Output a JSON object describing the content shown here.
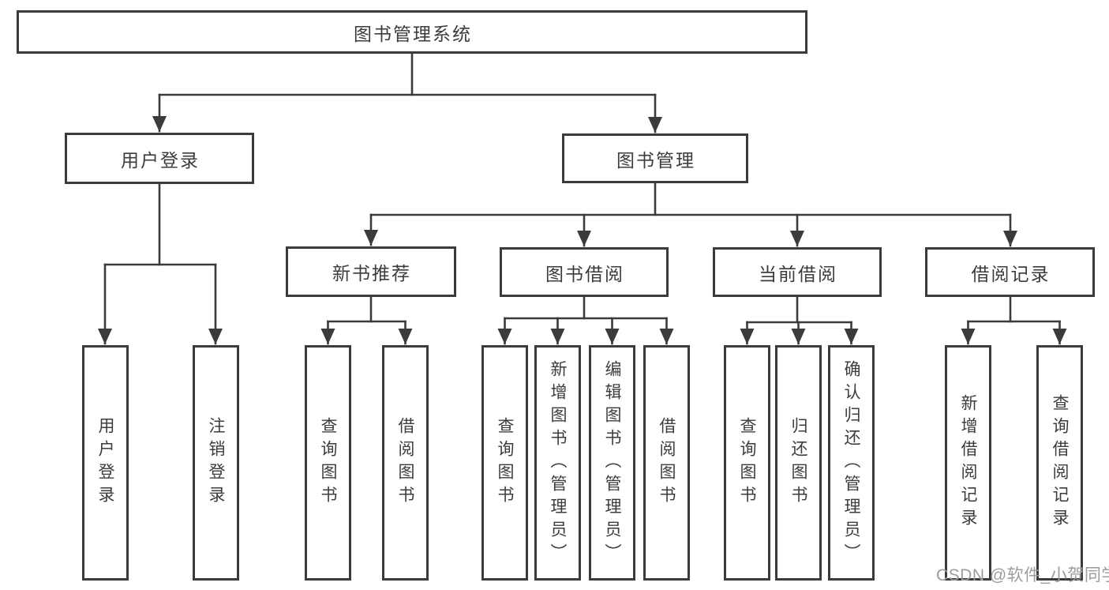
{
  "diagram": {
    "type": "tree",
    "title": "图书管理系统",
    "root": {
      "label": "图书管理系统",
      "children": [
        {
          "label": "用户登录",
          "children": [
            {
              "label": "用户登录"
            },
            {
              "label": "注销登录"
            }
          ]
        },
        {
          "label": "图书管理",
          "children": [
            {
              "label": "新书推荐",
              "children": [
                {
                  "label": "查询图书"
                },
                {
                  "label": "借阅图书"
                }
              ]
            },
            {
              "label": "图书借阅",
              "children": [
                {
                  "label": "查询图书"
                },
                {
                  "label": "新增图书（管理员）"
                },
                {
                  "label": "编辑图书（管理员）"
                },
                {
                  "label": "借阅图书"
                }
              ]
            },
            {
              "label": "当前借阅",
              "children": [
                {
                  "label": "查询图书"
                },
                {
                  "label": "归还图书"
                },
                {
                  "label": "确认归还（管理员）"
                }
              ]
            },
            {
              "label": "借阅记录",
              "children": [
                {
                  "label": "新增借阅记录"
                },
                {
                  "label": "查询借阅记录"
                }
              ]
            }
          ]
        }
      ]
    },
    "colors": {
      "line": "#3b3b3b",
      "text": "#3c3c3c",
      "background": "#ffffff",
      "watermark": "#9c9c9c"
    }
  },
  "watermark": {
    "text": "CSDN @软件_小贺同学"
  }
}
